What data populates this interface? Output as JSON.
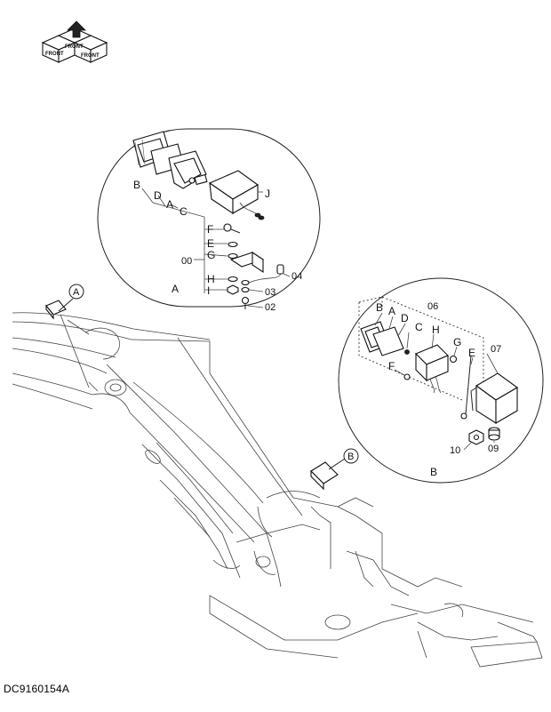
{
  "orientation_badge": {
    "icon": "front-orientation-icon",
    "labels": [
      "FRONT",
      "FRONT",
      "FRONT"
    ]
  },
  "detail_a": {
    "ref": "A",
    "callout_circle_label": "A",
    "letters": [
      "B",
      "D",
      "A",
      "C",
      "J",
      "F",
      "E",
      "G",
      "H",
      "I"
    ],
    "group_label": "00",
    "numbers": [
      "04",
      "03",
      "02"
    ]
  },
  "detail_b": {
    "ref": "B",
    "callout_circle_label": "B",
    "assembly_label": "06",
    "letters": [
      "B",
      "A",
      "D",
      "C",
      "H",
      "G",
      "E",
      "F"
    ],
    "numbers": [
      "07",
      "10",
      "09"
    ]
  },
  "drawing_code": "DC9160154A"
}
